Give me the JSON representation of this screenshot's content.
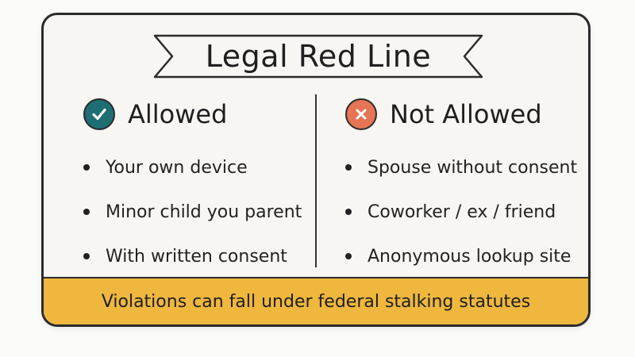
{
  "title": "Legal Red Line",
  "allowed": {
    "heading": "Allowed",
    "icon": "check-icon",
    "color": "#1e6e74",
    "items": [
      "Your own device",
      "Minor child you parent",
      "With written consent"
    ]
  },
  "not_allowed": {
    "heading": "Not Allowed",
    "icon": "x-icon",
    "color": "#e67556",
    "items": [
      "Spouse without consent",
      "Coworker / ex / friend",
      "Anonymous lookup site"
    ]
  },
  "footer": {
    "text": "Violations can fall under federal stalking statutes",
    "color": "#efb73e"
  }
}
